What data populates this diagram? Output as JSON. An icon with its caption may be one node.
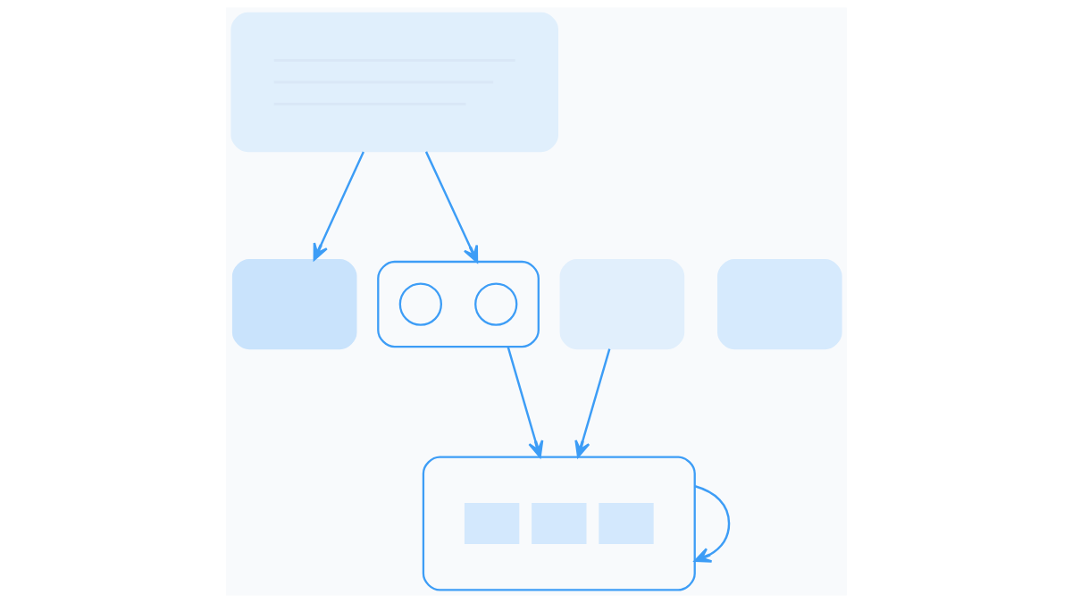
{
  "diagram": {
    "nodes": [
      {
        "text": [],
        "shape": "box"
      },
      {
        "text": [],
        "shape": "box"
      },
      {
        "text": [],
        "shape": "box"
      },
      {
        "text": [],
        "shape": "box"
      },
      {
        "text": [],
        "shape": "box"
      },
      {
        "text": [],
        "shape": "circle",
        "in": 4
      },
      {
        "text": [],
        "shape": "circle",
        "in": 4
      },
      {
        "text": [],
        "shape": "box"
      }
    ],
    "edges": [
      {
        "from": 0,
        "to": 1,
        "arrow": "to"
      },
      {
        "from": 0,
        "to": 4,
        "arrow": "to"
      },
      {
        "from": 3,
        "to": 7,
        "arrow": "to"
      },
      {
        "from": 4,
        "to": 7,
        "arrow": "to"
      },
      {
        "from": 7,
        "to": 7,
        "arrow": "to"
      }
    ]
  }
}
